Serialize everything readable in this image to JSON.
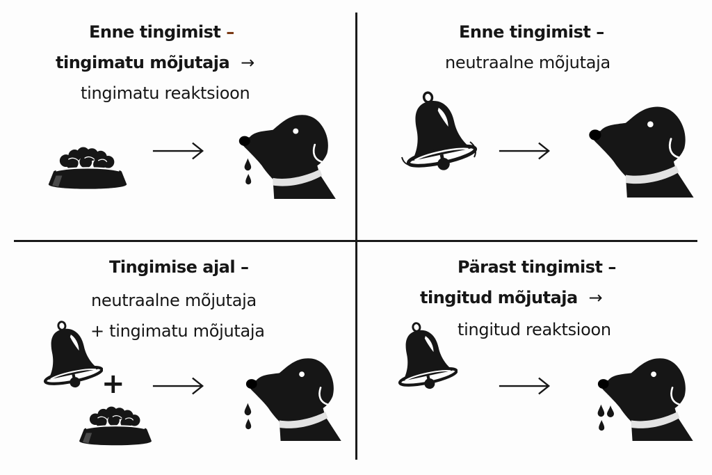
{
  "panels": [
    {
      "id": "before-conditioning-ucs",
      "title": "Enne tingimist",
      "dash": "–",
      "line2": "tingimatu mõjutaja",
      "line2_arrow": "→",
      "line3": "tingimatu reaktsioon",
      "stimulus": [
        "food-bowl"
      ],
      "response": "dog-salivating"
    },
    {
      "id": "before-conditioning-ns",
      "title": "Enne tingimist",
      "dash": "–",
      "line2": "neutraalne mõjutaja",
      "stimulus": [
        "ringing-bell"
      ],
      "response": "dog-no-salivation"
    },
    {
      "id": "during-conditioning",
      "title": "Tingimise ajal",
      "dash": "–",
      "line2": "neutraalne mõjutaja",
      "line3": "+ tingimatu mõjutaja",
      "plus": "+",
      "stimulus": [
        "bell",
        "food-bowl"
      ],
      "response": "dog-salivating"
    },
    {
      "id": "after-conditioning",
      "title": "Pärast tingimist",
      "dash": "–",
      "line2": "tingitud mõjutaja",
      "line2_arrow": "→",
      "line3": "tingitud reaktsioon",
      "stimulus": [
        "bell"
      ],
      "response": "dog-salivating"
    }
  ],
  "arrow_glyph": "→",
  "colors": {
    "ink": "#161616",
    "background": "#fdfdfd",
    "accent_dash": "#7a3a14",
    "collar": "#e2e2e2"
  }
}
